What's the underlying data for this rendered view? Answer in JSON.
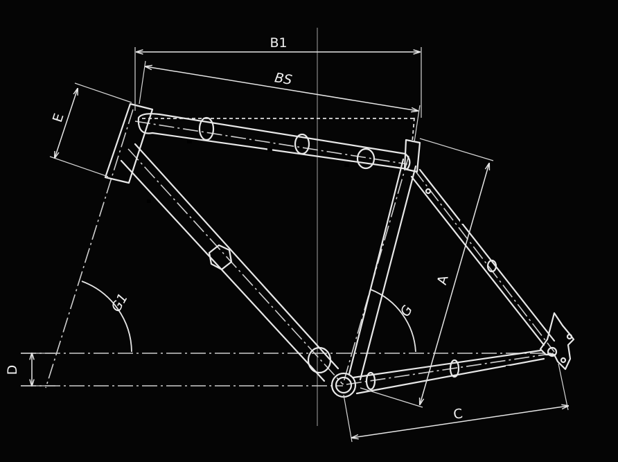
{
  "diagram": {
    "labels": {
      "b1": "B1",
      "bs": "BS",
      "e": "E",
      "a": "A",
      "g": "G",
      "g1": "G1",
      "c": "C",
      "d": "D"
    },
    "colors": {
      "background": "#050505",
      "lines": "#e8e8e8"
    }
  }
}
